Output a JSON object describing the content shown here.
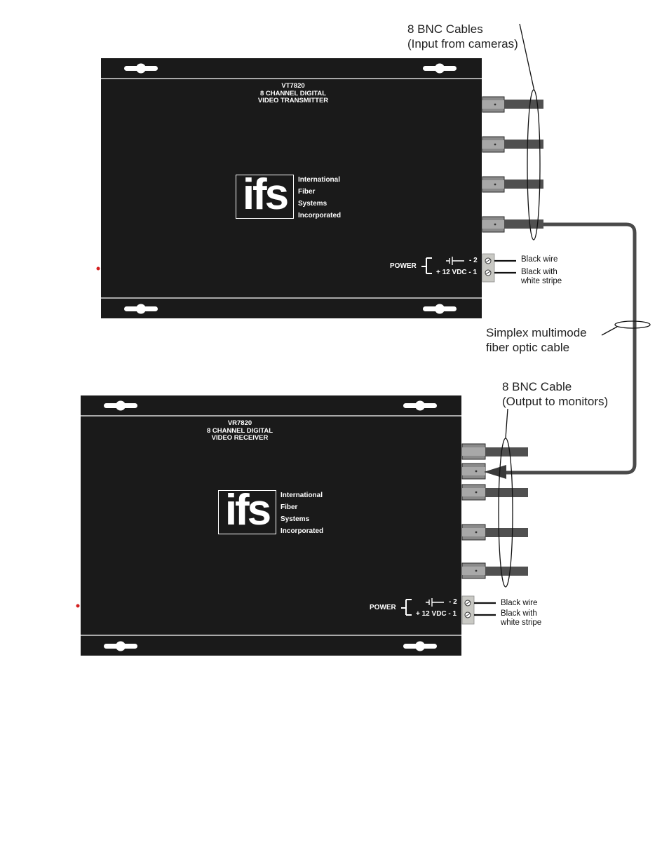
{
  "callouts": {
    "input_cables": [
      "8 BNC Cables",
      "(Input from cameras)"
    ],
    "fiber_cable": [
      "Simplex multimode",
      "fiber optic cable"
    ],
    "output_cables": [
      "8 BNC Cable",
      "(Output to monitors)"
    ]
  },
  "transmitter": {
    "model": "VT7820",
    "line2": "8 CHANNEL DIGITAL",
    "line3": "VIDEO TRANSMITTER"
  },
  "receiver": {
    "model": "VR7820",
    "line2": "8 CHANNEL DIGITAL",
    "line3": "VIDEO RECEIVER"
  },
  "logo": {
    "mark": "ifs",
    "words": [
      "International",
      "Fiber",
      "Systems",
      "Incorporated"
    ]
  },
  "power": {
    "label": "POWER",
    "minus_terminal": "- 2",
    "plus_terminal": "+ 12 VDC - 1"
  },
  "wires": {
    "black": "Black wire",
    "striped": [
      "Black with",
      "white stripe"
    ]
  },
  "colors": {
    "chassis": "#1a1a1a",
    "cable": "#505050",
    "fiber": "#4a4a4a",
    "connector": "#8a8a8a",
    "terminal_block": "#c9c9c4"
  }
}
